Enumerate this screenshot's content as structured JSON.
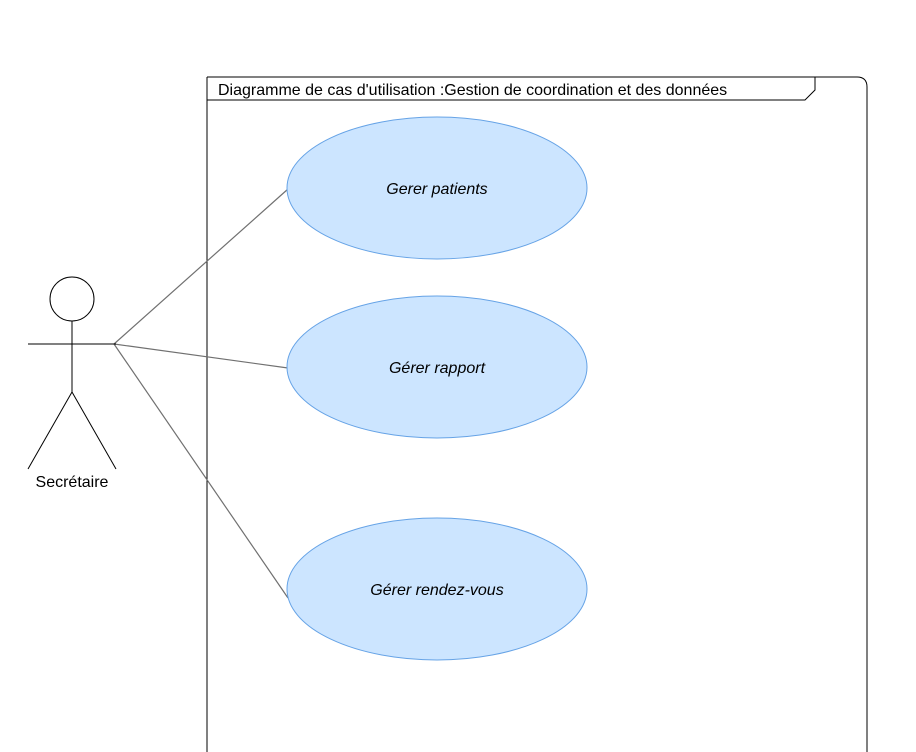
{
  "diagram": {
    "frame_title": "Diagramme de cas d'utilisation :Gestion de coordination et des données",
    "actor": {
      "name": "Secrétaire"
    },
    "use_cases": [
      {
        "label": "Gerer patients"
      },
      {
        "label": "Gérer rapport"
      },
      {
        "label": "Gérer rendez-vous"
      }
    ],
    "colors": {
      "use_case_fill": "#cce5ff",
      "use_case_stroke": "#66a3e6",
      "association_stroke": "#707070",
      "frame_stroke": "#000000"
    }
  }
}
